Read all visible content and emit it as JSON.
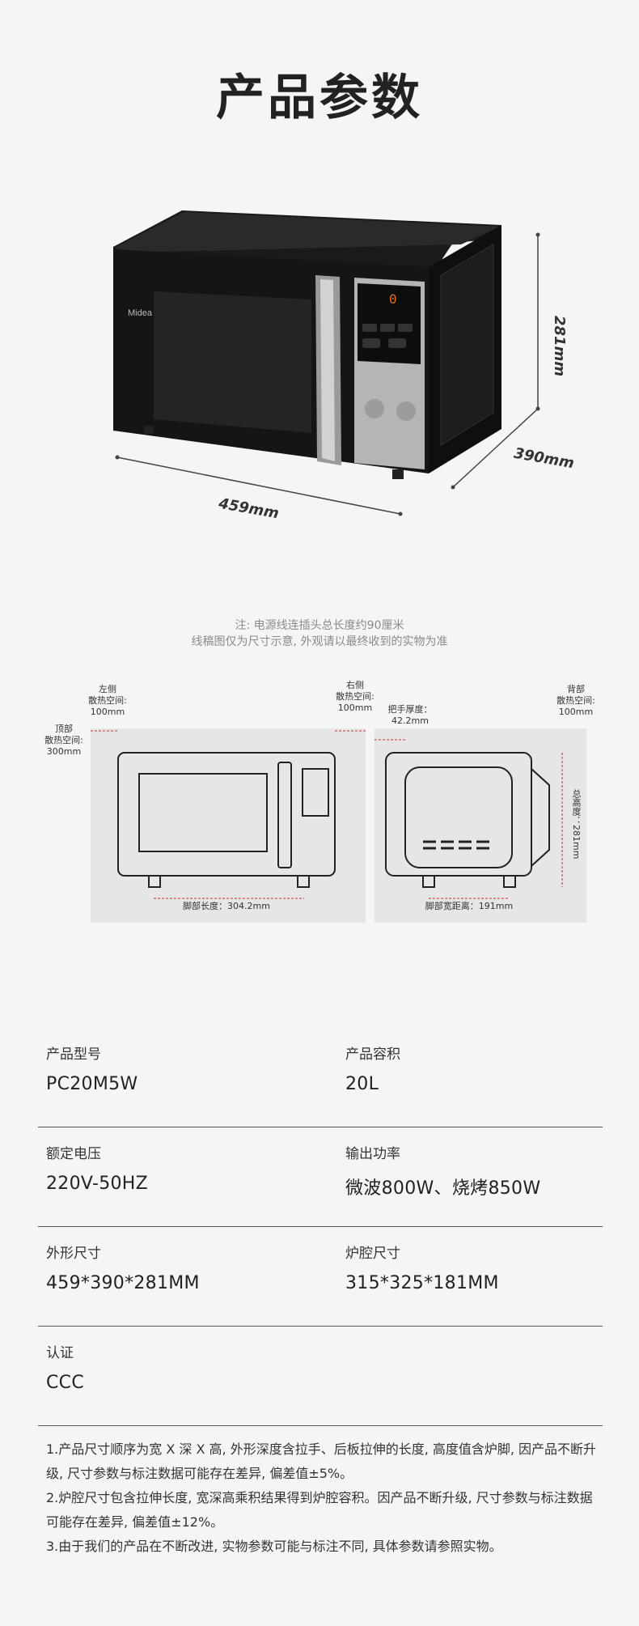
{
  "title": "产品参数",
  "hero": {
    "brand": "Midea",
    "dim_width": "459mm",
    "dim_depth": "390mm",
    "dim_height": "281mm"
  },
  "notes": [
    "注: 电源线连插头总长度约90厘米",
    "线稿图仅为尺寸示意, 外观请以最终收到的实物为准"
  ],
  "diagram_front": {
    "left_clear": [
      "左侧",
      "散热空间:",
      "100mm"
    ],
    "right_clear": [
      "右侧",
      "散热空间:",
      "100mm"
    ],
    "top_clear": [
      "顶部",
      "散热空间:",
      "300mm"
    ],
    "foot_length": "脚部长度：304.2mm"
  },
  "diagram_side": {
    "handle": [
      "把手厚度：",
      "42.2mm"
    ],
    "back_clear": [
      "背部",
      "散热空间:",
      "100mm"
    ],
    "total_height": "总高度：281mm",
    "foot_width": "脚部宽距离：191mm"
  },
  "specs": [
    [
      {
        "label": "产品型号",
        "value": "PC20M5W"
      },
      {
        "label": "产品容积",
        "value": "20L"
      }
    ],
    [
      {
        "label": "额定电压",
        "value": "220V-50HZ"
      },
      {
        "label": "输出功率",
        "value": "微波800W、烧烤850W"
      }
    ],
    [
      {
        "label": "外形尺寸",
        "value": "459*390*281MM"
      },
      {
        "label": "炉腔尺寸",
        "value": "315*325*181MM"
      }
    ],
    [
      {
        "label": "认证",
        "value": "CCC"
      }
    ]
  ],
  "footnotes": [
    "1.产品尺寸顺序为宽 X 深 X 高, 外形深度含拉手、后板拉伸的长度, 高度值含炉脚, 因产品不断升级, 尺寸参数与标注数据可能存在差异, 偏差值±5%。",
    "2.炉腔尺寸包含拉伸长度, 宽深高乘积结果得到炉腔容积。因产品不断升级, 尺寸参数与标注数据可能存在差异, 偏差值±12%。",
    "3.由于我们的产品在不断改进, 实物参数可能与标注不同, 具体参数请参照实物。"
  ]
}
